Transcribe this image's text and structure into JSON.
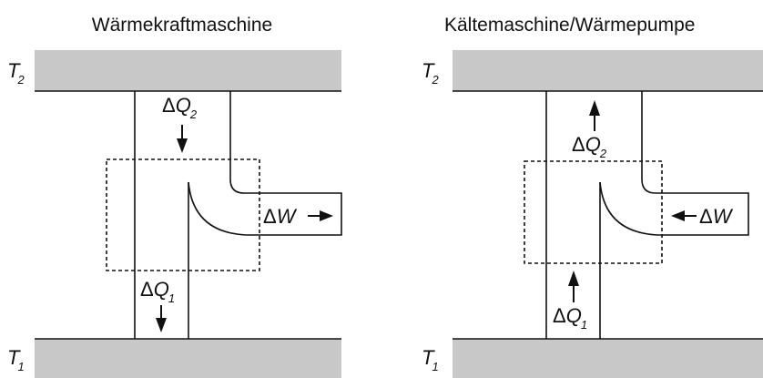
{
  "left": {
    "title": "Wärmekraftmaschine",
    "hot": {
      "symbol": "T",
      "sub": "2"
    },
    "cold": {
      "symbol": "T",
      "sub": "1"
    },
    "q_hot": {
      "delta": "Δ",
      "symbol": "Q",
      "sub": "2"
    },
    "q_cold": {
      "delta": "Δ",
      "symbol": "Q",
      "sub": "1"
    },
    "work": {
      "delta": "Δ",
      "symbol": "W"
    }
  },
  "right": {
    "title": "Kältemaschine/Wärmepumpe",
    "hot": {
      "symbol": "T",
      "sub": "2"
    },
    "cold": {
      "symbol": "T",
      "sub": "1"
    },
    "q_hot": {
      "delta": "Δ",
      "symbol": "Q",
      "sub": "2"
    },
    "q_cold": {
      "delta": "Δ",
      "symbol": "Q",
      "sub": "1"
    },
    "work": {
      "delta": "Δ",
      "symbol": "W"
    }
  },
  "style": {
    "reservoir_color": "#c8c8c8",
    "line_color": "#111111"
  }
}
